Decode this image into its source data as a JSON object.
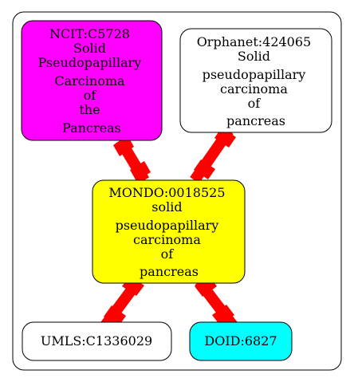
{
  "colors": {
    "edge": "#ff0000",
    "border": "#000000",
    "cluster_background": "#ffffff",
    "ncit_fill": "#ff00ff",
    "orphanet_fill": "#ffffff",
    "mondo_fill": "#ffff00",
    "umls_fill": "#ffffff",
    "doid_fill": "#00ffff"
  },
  "nodes": {
    "ncit": {
      "lines": [
        "NCIT:C5728",
        "Solid",
        "Pseudopapillary",
        "Carcinoma",
        "of",
        "the",
        "Pancreas"
      ]
    },
    "orphanet": {
      "lines": [
        "Orphanet:424065",
        "Solid",
        "pseudopapillary",
        "carcinoma",
        "of",
        "pancreas"
      ]
    },
    "mondo": {
      "lines": [
        "MONDO:0018525",
        "solid",
        "pseudopapillary",
        "carcinoma",
        "of",
        "pancreas"
      ]
    },
    "umls": {
      "lines": [
        "UMLS:C1336029"
      ]
    },
    "doid": {
      "lines": [
        "DOID:6827"
      ]
    }
  }
}
